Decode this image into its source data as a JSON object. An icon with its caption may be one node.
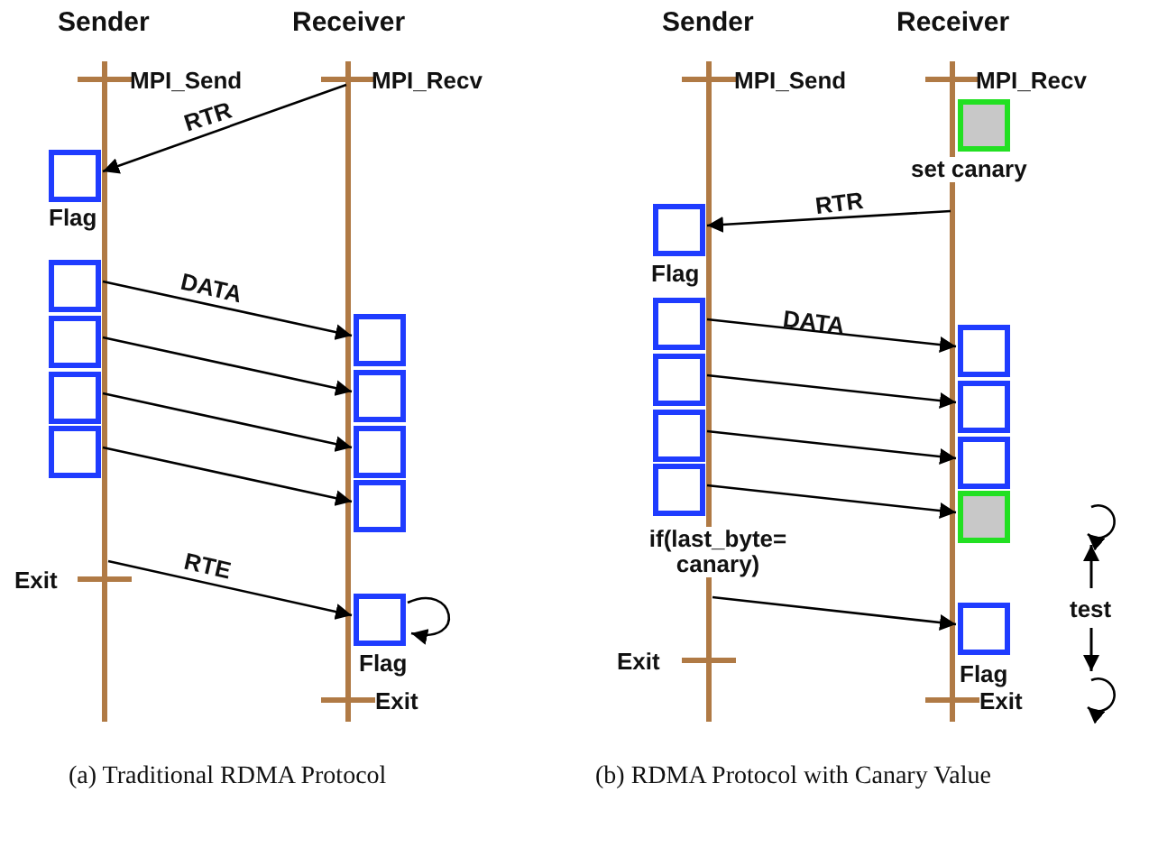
{
  "diagram": {
    "nodes": [
      {
        "text": [],
        "shape": "box",
        "beside": [
          "Flag"
        ]
      },
      {
        "text": [],
        "shape": "box"
      },
      {
        "text": [],
        "shape": "box"
      },
      {
        "text": [],
        "shape": "box"
      },
      {
        "text": [],
        "shape": "box"
      },
      {
        "text": [],
        "shape": "box"
      },
      {
        "text": [],
        "shape": "box"
      },
      {
        "text": [],
        "shape": "box"
      },
      {
        "text": [],
        "shape": "box"
      },
      {
        "text": [],
        "shape": "box",
        "beside": [
          "Flag"
        ]
      },
      {
        "text": [],
        "shape": "box",
        "beside": [
          "set canary"
        ]
      },
      {
        "text": [],
        "shape": "box",
        "beside": [
          "Flag"
        ]
      },
      {
        "text": [],
        "shape": "box"
      },
      {
        "text": [],
        "shape": "box"
      },
      {
        "text": [],
        "shape": "box"
      },
      {
        "text": [],
        "shape": "box"
      },
      {
        "text": [],
        "shape": "box"
      },
      {
        "text": [],
        "shape": "box"
      },
      {
        "text": [],
        "shape": "box"
      },
      {
        "text": [],
        "shape": "box"
      },
      {
        "text": [],
        "shape": "box",
        "beside": [
          "Flag"
        ]
      }
    ],
    "edges": [
      {
        "from": null,
        "to": 0,
        "arrow": "to",
        "label": "RTR"
      },
      {
        "from": 1,
        "to": 5,
        "arrow": "to",
        "label": "DATA"
      },
      {
        "from": 2,
        "to": 6,
        "arrow": "to"
      },
      {
        "from": 3,
        "to": 7,
        "arrow": "to"
      },
      {
        "from": 4,
        "to": 8,
        "arrow": "to"
      },
      {
        "from": null,
        "to": 9,
        "arrow": "to",
        "label": "RTE"
      },
      {
        "from": 9,
        "to": 9,
        "arrow": "to"
      },
      {
        "from": null,
        "to": 11,
        "arrow": "to",
        "label": "RTR"
      },
      {
        "from": 12,
        "to": 16,
        "arrow": "to",
        "label": "DATA"
      },
      {
        "from": 13,
        "to": 17,
        "arrow": "to"
      },
      {
        "from": 14,
        "to": 18,
        "arrow": "to"
      },
      {
        "from": 15,
        "to": 19,
        "arrow": "to"
      },
      {
        "from": null,
        "to": 20,
        "arrow": "to",
        "label": "if(last_byte= canary)"
      }
    ],
    "labels": [
      "Sender",
      "Receiver",
      "MPI_Send",
      "MPI_Recv",
      "Exit",
      "Exit",
      "Sender",
      "Receiver",
      "MPI_Send",
      "MPI_Recv",
      "Exit",
      "Exit",
      "test",
      "(a) Traditional RDMA Protocol",
      "(b) RDMA Protocol with Canary Value"
    ]
  }
}
